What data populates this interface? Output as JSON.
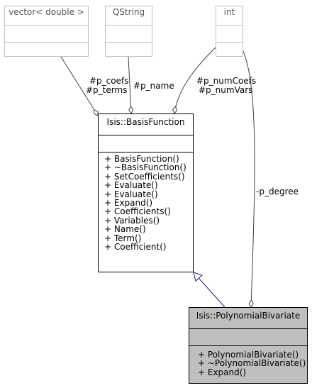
{
  "classes": {
    "vector": {
      "name": "vector< double >"
    },
    "qstring": {
      "name": "QString"
    },
    "int_type": {
      "name": "int"
    },
    "basis": {
      "name": "Isis::BasisFunction",
      "methods": [
        "+ BasisFunction()",
        "+ ~BasisFunction()",
        "+ SetCoefficients()",
        "+ Evaluate()",
        "+ Evaluate()",
        "+ Expand()",
        "+ Coefficients()",
        "+ Variables()",
        "+ Name()",
        "+ Term()",
        "+ Coefficient()"
      ]
    },
    "poly": {
      "name": "Isis::PolynomialBivariate",
      "methods": [
        "+ PolynomialBivariate()",
        "+ ~PolynomialBivariate()",
        "+ Expand()"
      ]
    }
  },
  "relations": {
    "vector_to_basis": [
      "#p_coefs",
      "#p_terms"
    ],
    "qstring_to_basis": [
      "#p_name"
    ],
    "int_to_basis": [
      "#p_numCoefs",
      "#p_numVars"
    ],
    "int_to_poly": [
      "-p_degree"
    ]
  },
  "colors": {
    "inheritance_edge": "#191970",
    "association_edge": "#404040",
    "focus_fill": "#bfbfbf",
    "faint_border": "#bfbfbf"
  }
}
